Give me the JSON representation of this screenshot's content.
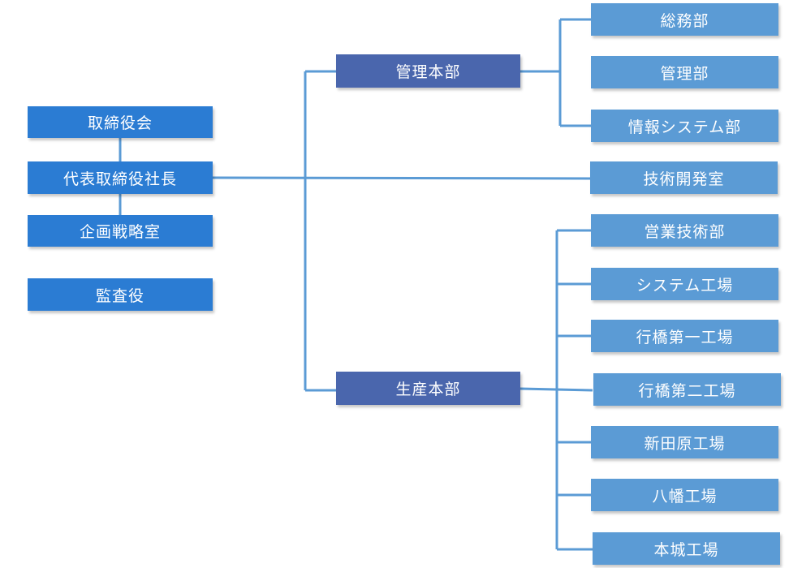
{
  "colors": {
    "executive": "#2b7cd3",
    "headquarters": "#4a66ad",
    "department": "#5b9bd5",
    "connector": "#5b9bd5"
  },
  "executives": {
    "board": "取締役会",
    "president": "代表取締役社長",
    "planning": "企画戦略室",
    "auditor": "監査役"
  },
  "headquarters": {
    "management": "管理本部",
    "production": "生産本部"
  },
  "management_departments": [
    "総務部",
    "管理部",
    "情報システム部"
  ],
  "rnd": "技術開発室",
  "production_departments": [
    "営業技術部",
    "システム工場",
    "行橋第一工場",
    "行橋第二工場",
    "新田原工場",
    "八幡工場",
    "本城工場"
  ]
}
